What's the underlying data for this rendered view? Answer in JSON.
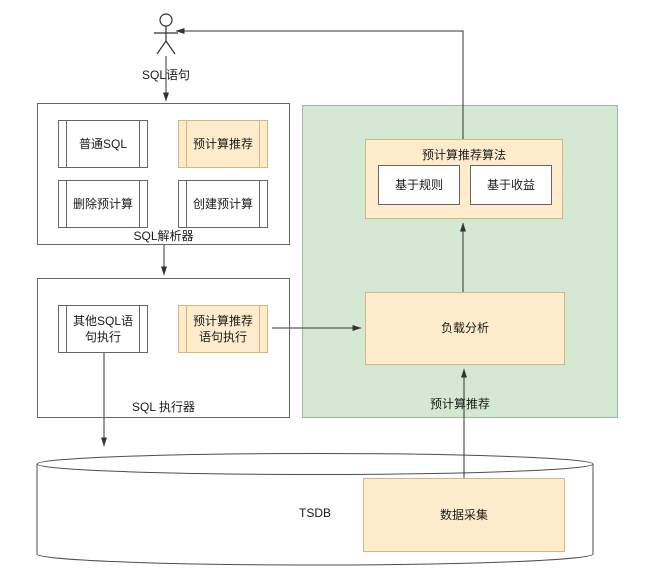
{
  "colors": {
    "yellow_fill": "#ffeccd",
    "yellow_stroke": "#d6b777",
    "green_fill": "#d5e8d4",
    "green_stroke": "#9bb89b",
    "box_stroke": "#666666",
    "line": "#333333"
  },
  "actor": {
    "flow_label": "SQL语句"
  },
  "parser": {
    "title": "SQL解析器",
    "normal_sql": "普通SQL",
    "recommend": "预计算推荐",
    "delete_pre": "删除预计算",
    "create_pre": "创建预计算"
  },
  "executor": {
    "title": "SQL 执行器",
    "other_sql": "其他SQL语句执行",
    "recommend_exec": "预计算推荐语句执行"
  },
  "recommend": {
    "area_label": "预计算推荐",
    "algorithm_title": "预计算推荐算法",
    "rule_based": "基于规则",
    "benefit_based": "基于收益",
    "load_analysis": "负载分析"
  },
  "tsdb": {
    "label": "TSDB",
    "data_collect": "数据采集"
  }
}
